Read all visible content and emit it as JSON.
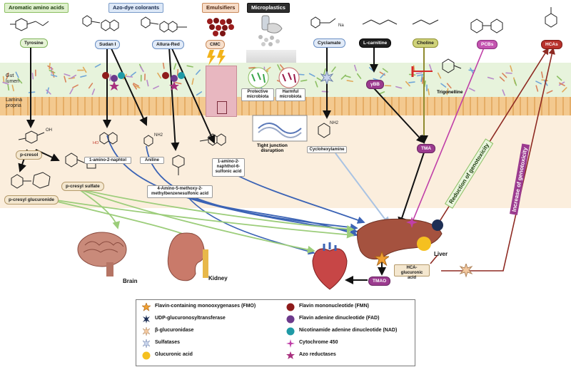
{
  "regions": {
    "gut_lumen": "Gut\nlumen",
    "lamina_propria": "Lamina\npropria"
  },
  "headers": {
    "aromatic": "Aromatic amino acids",
    "azo": "Azo-dye colorants",
    "emulsifiers": "Emulsifiers",
    "microplastics": "Microplastics"
  },
  "compounds": {
    "tyrosine": "Tyrosine",
    "sudan": "Sudan I",
    "allura": "Allura-Red",
    "cmc": "CMC",
    "cyclamate": "Cyclamate",
    "carnitine": "L-carnitine",
    "choline": "Choline",
    "pcbs": "PCBs",
    "hcas": "HCAs",
    "ybb": "γBB",
    "trigonelline": "Trigonelline",
    "tma": "TMA",
    "tmao": "TMAO"
  },
  "microbiota": {
    "protective": "Protective\nmicrobiota",
    "harmful": "Harmful\nmicrobiota",
    "tight_junction": "Tight junction\ndisruption"
  },
  "metabolites": {
    "p_cresol": "p-cresol",
    "p_cresyl_sulfate": "p-cresyl sulfate",
    "p_cresyl_glucuronide": "p-cresyl glucuronide",
    "amino_naphtol": "1-amino-2-naphtol",
    "aniline": "Aniline",
    "amino_methoxy": "4-Amino-5-methoxy-2-\nmethylbenzenesulfonic acid",
    "amino_naphthol_sulfonic": "1-amino-2-\nnaphthol-6-\nsulfonic acid",
    "cyclohexylamine": "Cyclohexylamine",
    "hca_glucuronic": "HCA-glucuronic\nacid"
  },
  "chem_labels": {
    "nh2": "NH2",
    "oh": "OH",
    "ho": "HO",
    "na": "Na"
  },
  "organs": {
    "brain": "Brain",
    "kidney": "Kidney",
    "liver": "Liver"
  },
  "annotations": {
    "reduction": "Reduction of genotoxicity",
    "increase": "Increase of genotoxicity"
  },
  "legend": [
    {
      "label": "Flavin-containing monooxygenases (FMO)",
      "icon": "orange-star-icon",
      "color": "#f0a032"
    },
    {
      "label": "UDP-glucuronosyltransferase",
      "icon": "navy-burst-icon",
      "color": "#1e2f55"
    },
    {
      "label": "β-glucuronidase",
      "icon": "peach-burst-icon",
      "color": "#f3c9a0"
    },
    {
      "label": "Sulfatases",
      "icon": "lightblue-burst-icon",
      "color": "#c8d4ec"
    },
    {
      "label": "Glucuronic acid",
      "icon": "yellow-circle-icon",
      "color": "#f5c020"
    },
    {
      "label": "Flavin mononucleotide (FMN)",
      "icon": "darkred-circle-icon",
      "color": "#8e1b1b"
    },
    {
      "label": "Flavin adenine dinucleotide (FAD)",
      "icon": "purple-circle-icon",
      "color": "#6d3a8c"
    },
    {
      "label": "Nicotinamide adenine dinucleotide (NAD)",
      "icon": "teal-circle-icon",
      "color": "#1f9aa6"
    },
    {
      "label": "Cytochrome 450",
      "icon": "magenta-star-icon",
      "color": "#c03fa8"
    },
    {
      "label": "Azo reductases",
      "icon": "pink-star-icon",
      "color": "#a8307e"
    }
  ],
  "colors": {
    "green_arrow": "#9ccd7a",
    "blue_arrow": "#3b63b5",
    "black_arrow": "#111111",
    "magenta_arrow": "#c03fa8",
    "darkred_arrow": "#8e2a22",
    "lightblue_arrow": "#a9c3e3"
  }
}
